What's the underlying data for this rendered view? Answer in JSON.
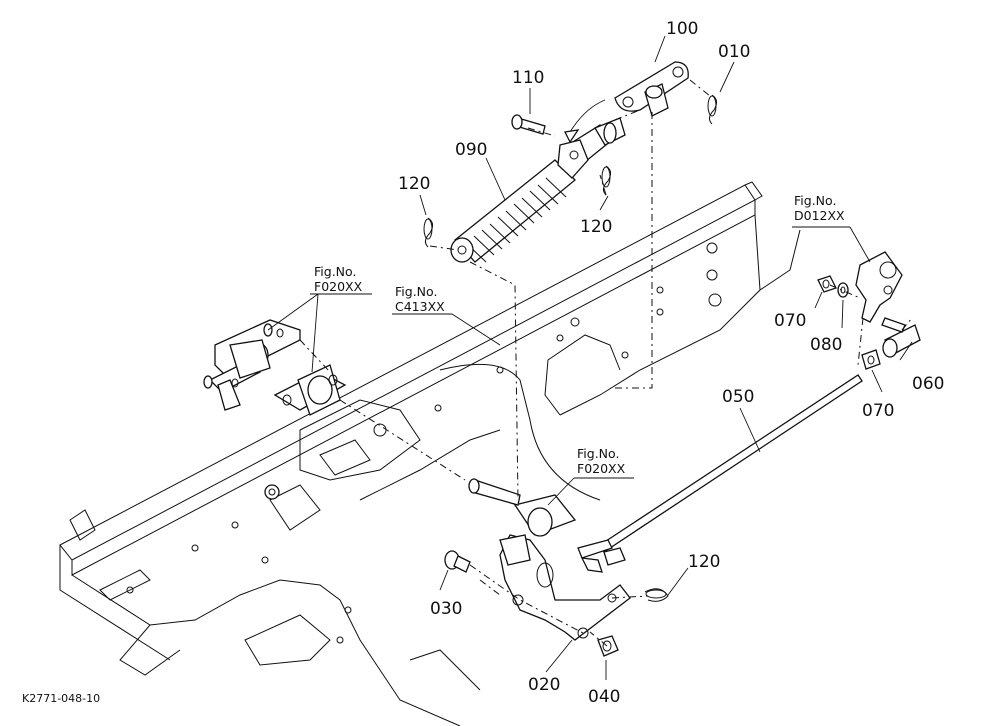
{
  "diagram_code": "K2771-048-10",
  "part_labels": [
    {
      "id": "p100",
      "text": "100"
    },
    {
      "id": "p010",
      "text": "010"
    },
    {
      "id": "p110",
      "text": "110"
    },
    {
      "id": "p090",
      "text": "090"
    },
    {
      "id": "p120a",
      "text": "120"
    },
    {
      "id": "p120b",
      "text": "120"
    },
    {
      "id": "p070a",
      "text": "070"
    },
    {
      "id": "p080",
      "text": "080"
    },
    {
      "id": "p060",
      "text": "060"
    },
    {
      "id": "p070b",
      "text": "070"
    },
    {
      "id": "p050",
      "text": "050"
    },
    {
      "id": "p120c",
      "text": "120"
    },
    {
      "id": "p030",
      "text": "030"
    },
    {
      "id": "p020",
      "text": "020"
    },
    {
      "id": "p040",
      "text": "040"
    }
  ],
  "figure_refs": [
    {
      "id": "f1",
      "title": "Fig.No.",
      "ref": "D012XX"
    },
    {
      "id": "f2",
      "title": "Fig.No.",
      "ref": "F020XX"
    },
    {
      "id": "f3",
      "title": "Fig.No.",
      "ref": "C413XX"
    },
    {
      "id": "f4",
      "title": "Fig.No.",
      "ref": "F020XX"
    }
  ]
}
